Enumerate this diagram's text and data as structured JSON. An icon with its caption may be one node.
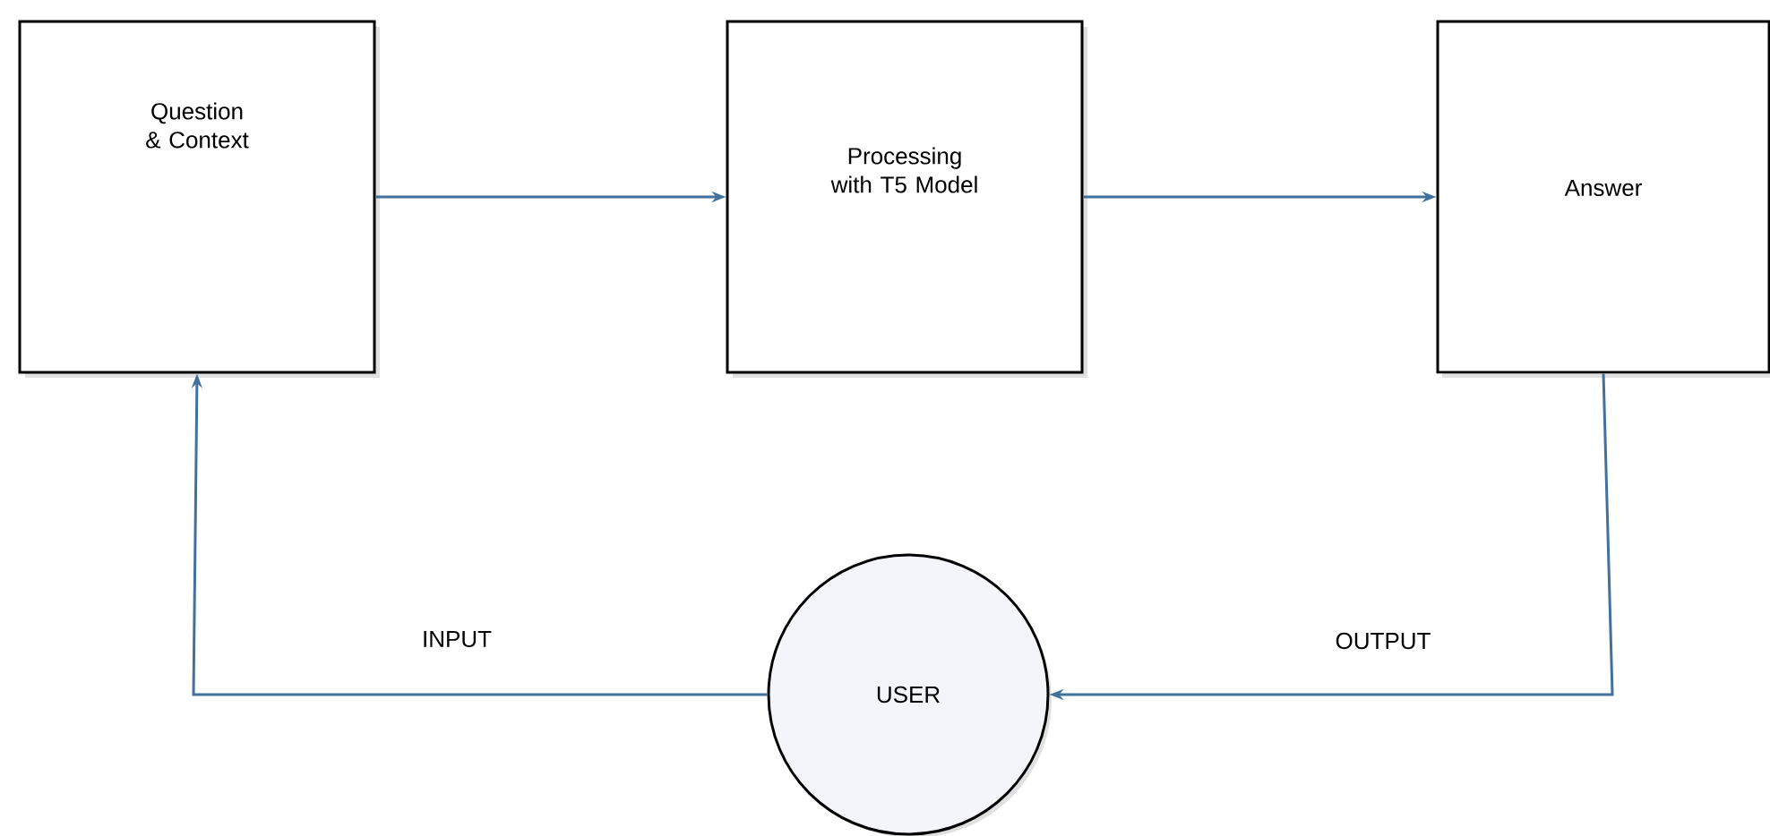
{
  "diagram": {
    "nodes": [
      {
        "text": [
          "Question & Context"
        ]
      },
      {
        "text": [
          "Processing with T5 Model"
        ]
      },
      {
        "text": [
          "Answer"
        ]
      },
      {
        "text": [
          "USER"
        ]
      }
    ],
    "edges": [
      {
        "from": 0,
        "to": 1,
        "arrow": "to"
      },
      {
        "from": 1,
        "to": 2,
        "arrow": "to"
      },
      {
        "from": 3,
        "to": 0,
        "arrow": "to",
        "label": "INPUT"
      },
      {
        "from": 2,
        "to": 3,
        "arrow": "to",
        "label": "OUTPUT"
      }
    ]
  }
}
